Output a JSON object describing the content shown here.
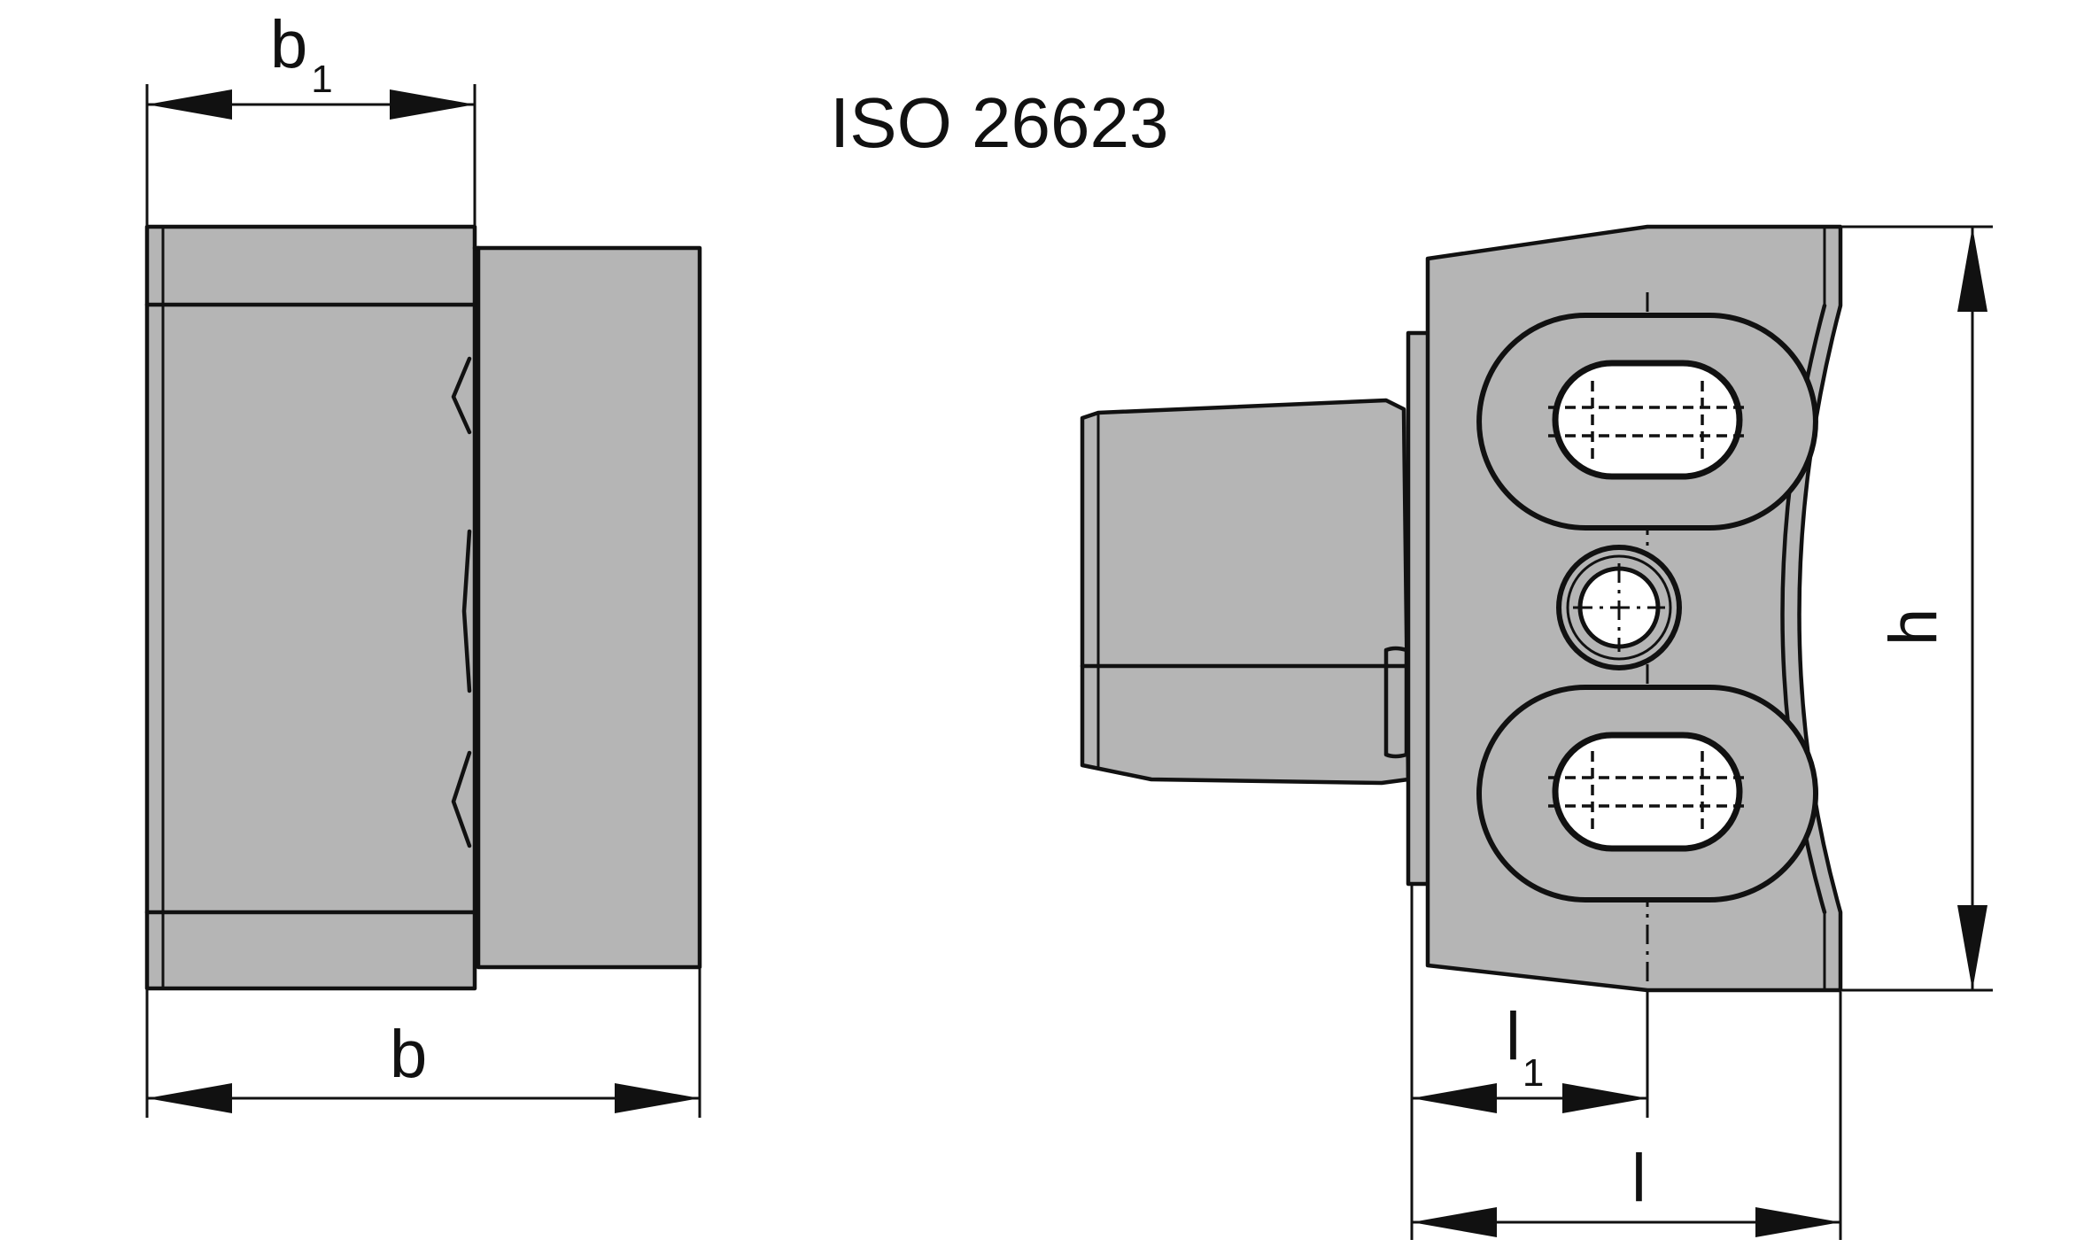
{
  "title": "ISO 26623",
  "dimensions": {
    "b1": {
      "main": "b",
      "sub": "1"
    },
    "b": {
      "main": "b"
    },
    "h": {
      "main": "h"
    },
    "l1": {
      "main": "l",
      "sub": "1"
    },
    "l": {
      "main": "l"
    }
  }
}
